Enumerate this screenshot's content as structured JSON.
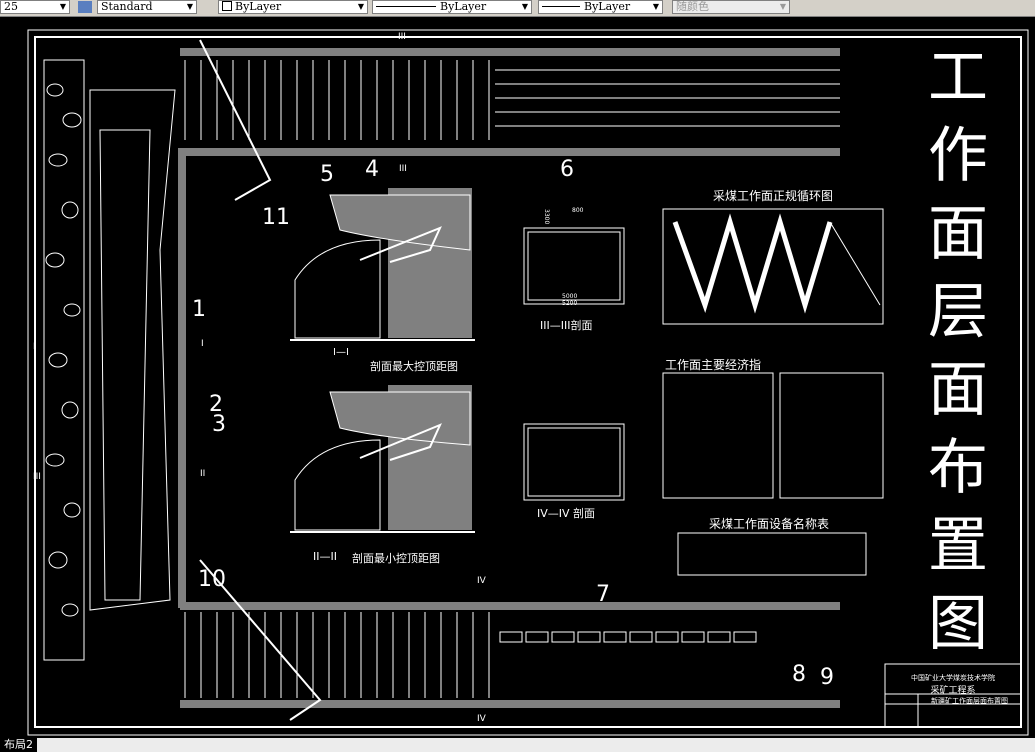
{
  "toolbar": {
    "scale_value": "25",
    "text_style": "Standard",
    "layer": "ByLayer",
    "linetype": "ByLayer",
    "lineweight": "ByLayer",
    "plot_style": "随颜色"
  },
  "drawing": {
    "title_chars": [
      "工",
      "作",
      "面",
      "层",
      "面",
      "布",
      "置",
      "图"
    ],
    "cycle_chart_title": "采煤工作面正规循环图",
    "section3_label": "III—III剖面",
    "section4_label": "IV—IV 剖面",
    "section1_id": "I—I",
    "section1_label": "剖面最大控顶距图",
    "section2_id": "II—II",
    "section2_label": "剖面最小控顶距图",
    "econ_table_title": "工作面主要经济指",
    "equip_table_title": "采煤工作面设备名称表",
    "callouts": [
      "1",
      "2",
      "3",
      "4",
      "5",
      "6",
      "7",
      "8",
      "9",
      "10",
      "11"
    ],
    "section_marks": {
      "III": "III",
      "I": "I",
      "II": "II",
      "IV": "IV"
    },
    "dims": {
      "d3300": "3300",
      "d800": "800",
      "d5000": "5000",
      "d5200": "5200"
    }
  },
  "title_block": {
    "school": "中国矿业大学煤炭技术学院",
    "department": "采矿工程系",
    "drawing_name": "新疆矿工作面层面布置图"
  },
  "layout_tabs": [
    {
      "label": "布局2"
    }
  ],
  "colors": {
    "background": "#000000",
    "lines": "#ffffff",
    "fill": "#808080",
    "toolbar": "#d4d0c8"
  }
}
